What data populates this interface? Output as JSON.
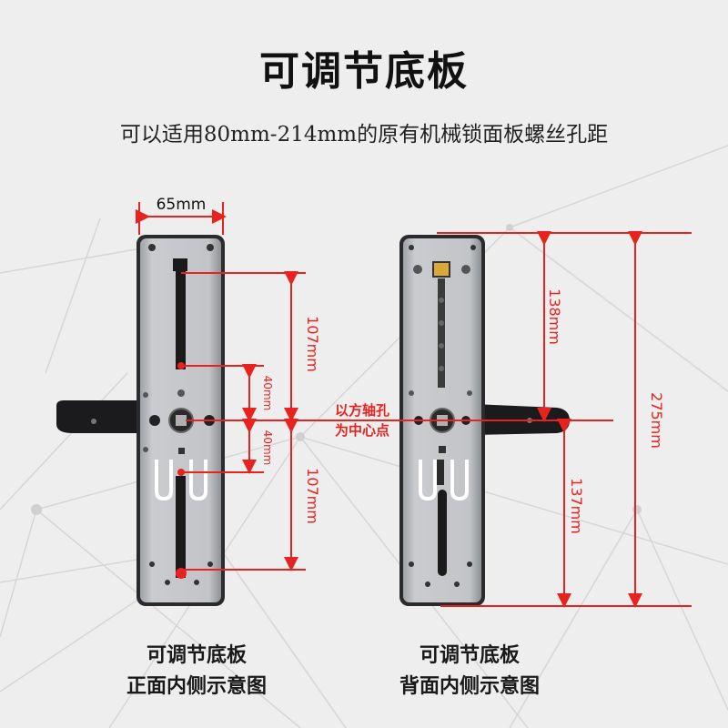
{
  "title": "可调节底板",
  "subtitle": "可以适用80mm-214mm的原有机械锁面板螺丝孔距",
  "dimensions": {
    "width_65": "65mm",
    "front_top_107": "107mm",
    "front_bottom_107": "107mm",
    "front_upper_40": "40mm",
    "front_lower_40": "40mm",
    "back_top_138": "138mm",
    "back_bottom_137": "137mm",
    "back_total_275": "275mm"
  },
  "center_note": {
    "line1": "以方轴孔",
    "line2": "为中心点"
  },
  "captions": {
    "front_line1": "可调节底板",
    "front_line2": "正面内侧示意图",
    "back_line1": "可调节底板",
    "back_line2": "背面内侧示意图"
  },
  "colors": {
    "dimension_red": "#e8231f",
    "plate_silver": "#b9bcc0",
    "handle_black": "#1b1b1d",
    "background": "#eeeeee"
  }
}
